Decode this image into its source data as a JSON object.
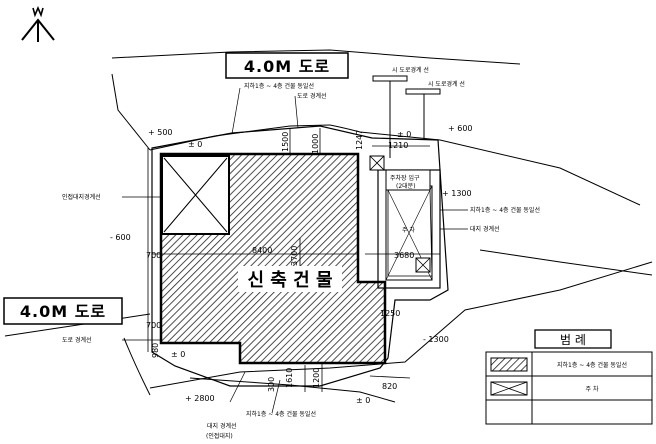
{
  "north_mark": "N",
  "road_top": "4.0M 도로",
  "road_left": "4.0M 도로",
  "building_name": "신 축 건 물",
  "legend": {
    "title": "범 례",
    "row1": "지하1층 ~ 4층 건물 동일선",
    "row2": "주 차"
  },
  "labels": {
    "adjacent_boundary_left": "인접대지경계선",
    "road_boundary_top": "도로 경계선",
    "road_boundary_left": "도로 경계선",
    "site_boundary_bottom": "대지 경계선",
    "site_boundary_bottom_sub": "(인접대지)",
    "line_b1_4_bottom": "지하1층 ~ 4층 건물 동일선",
    "line_b1_4_right": "지하1층 ~ 4층 건물 동일선",
    "site_boundary_right": "대지 경계선",
    "parking_sign": "주차장 입구",
    "parking_sign_sub": "(2대분)",
    "parking_label": "주 차",
    "city_road_a": "시 도로경계 선",
    "city_road_b": "시 도로경계 선"
  },
  "dims": {
    "d_500": "+ 500",
    "d_pm0_a": "± 0",
    "d_pm0_b": "± 0",
    "d_pm0_c": "± 0",
    "d_pm0_d": "± 0",
    "d_600_right": "+ 600",
    "d_600_left": "- 600",
    "d_1300_a": "+ 1300",
    "d_1300_b": "- 1300",
    "d_2800": "+ 2800",
    "d_1500": "1500",
    "d_1000": "1000",
    "d_1247": "1247",
    "d_1210": "1210",
    "d_8400": "8400",
    "d_3700": "3700",
    "d_3680": "3680",
    "d_700_a": "700",
    "d_700_b": "700",
    "d_1250": "1250",
    "d_1200": "1200",
    "d_1610": "1610",
    "d_300": "300",
    "d_820": "820",
    "d_980": "980"
  }
}
